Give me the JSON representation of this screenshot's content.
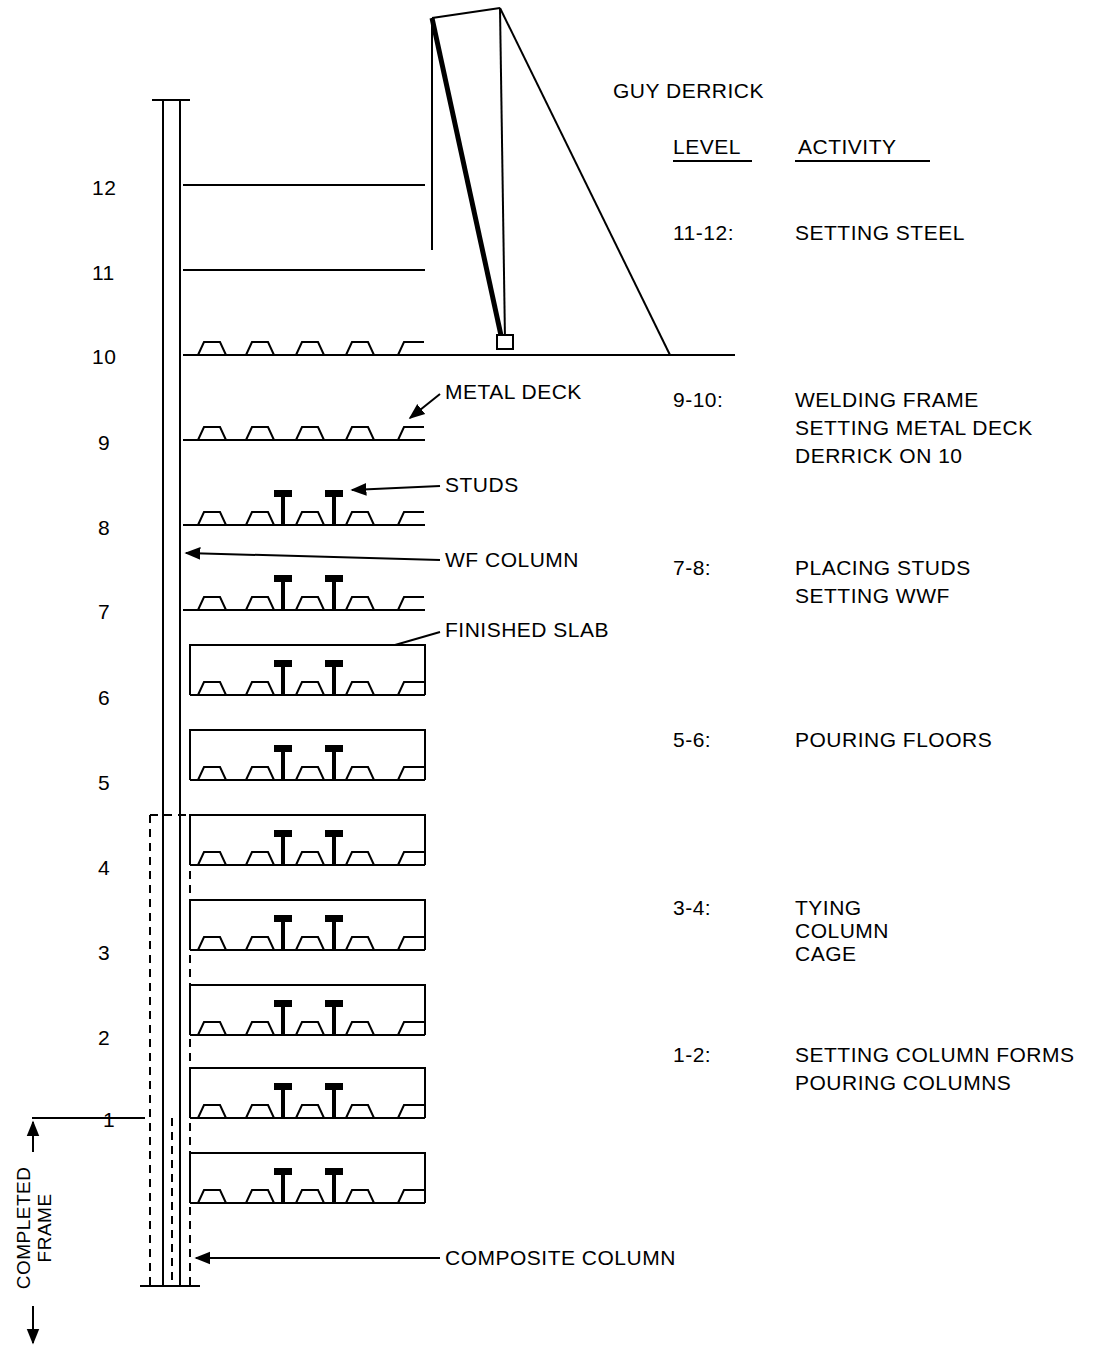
{
  "diagram": {
    "labels": [
      "GUY DERRICK",
      "LEVEL",
      "ACTIVITY",
      "12",
      "11",
      "11-12:",
      "SETTING STEEL",
      "10",
      "METAL DECK",
      "9-10:",
      "WELDING FRAME",
      "SETTING METAL DECK",
      "DERRICK ON 10",
      "9",
      "STUDS",
      "8",
      "WF COLUMN",
      "7-8:",
      "PLACING STUDS",
      "SETTING WWF",
      "7",
      "FINISHED SLAB",
      "6",
      "5-6:",
      "POURING FLOORS",
      "5",
      "4",
      "3-4:",
      "TYING COLUMN CAGE",
      "3",
      "2",
      "1-2:",
      "SETTING COLUMN FORMS",
      "POURING COLUMNS",
      "1",
      "COMPLETED FRAME",
      "COMPOSITE COLUMN"
    ]
  }
}
